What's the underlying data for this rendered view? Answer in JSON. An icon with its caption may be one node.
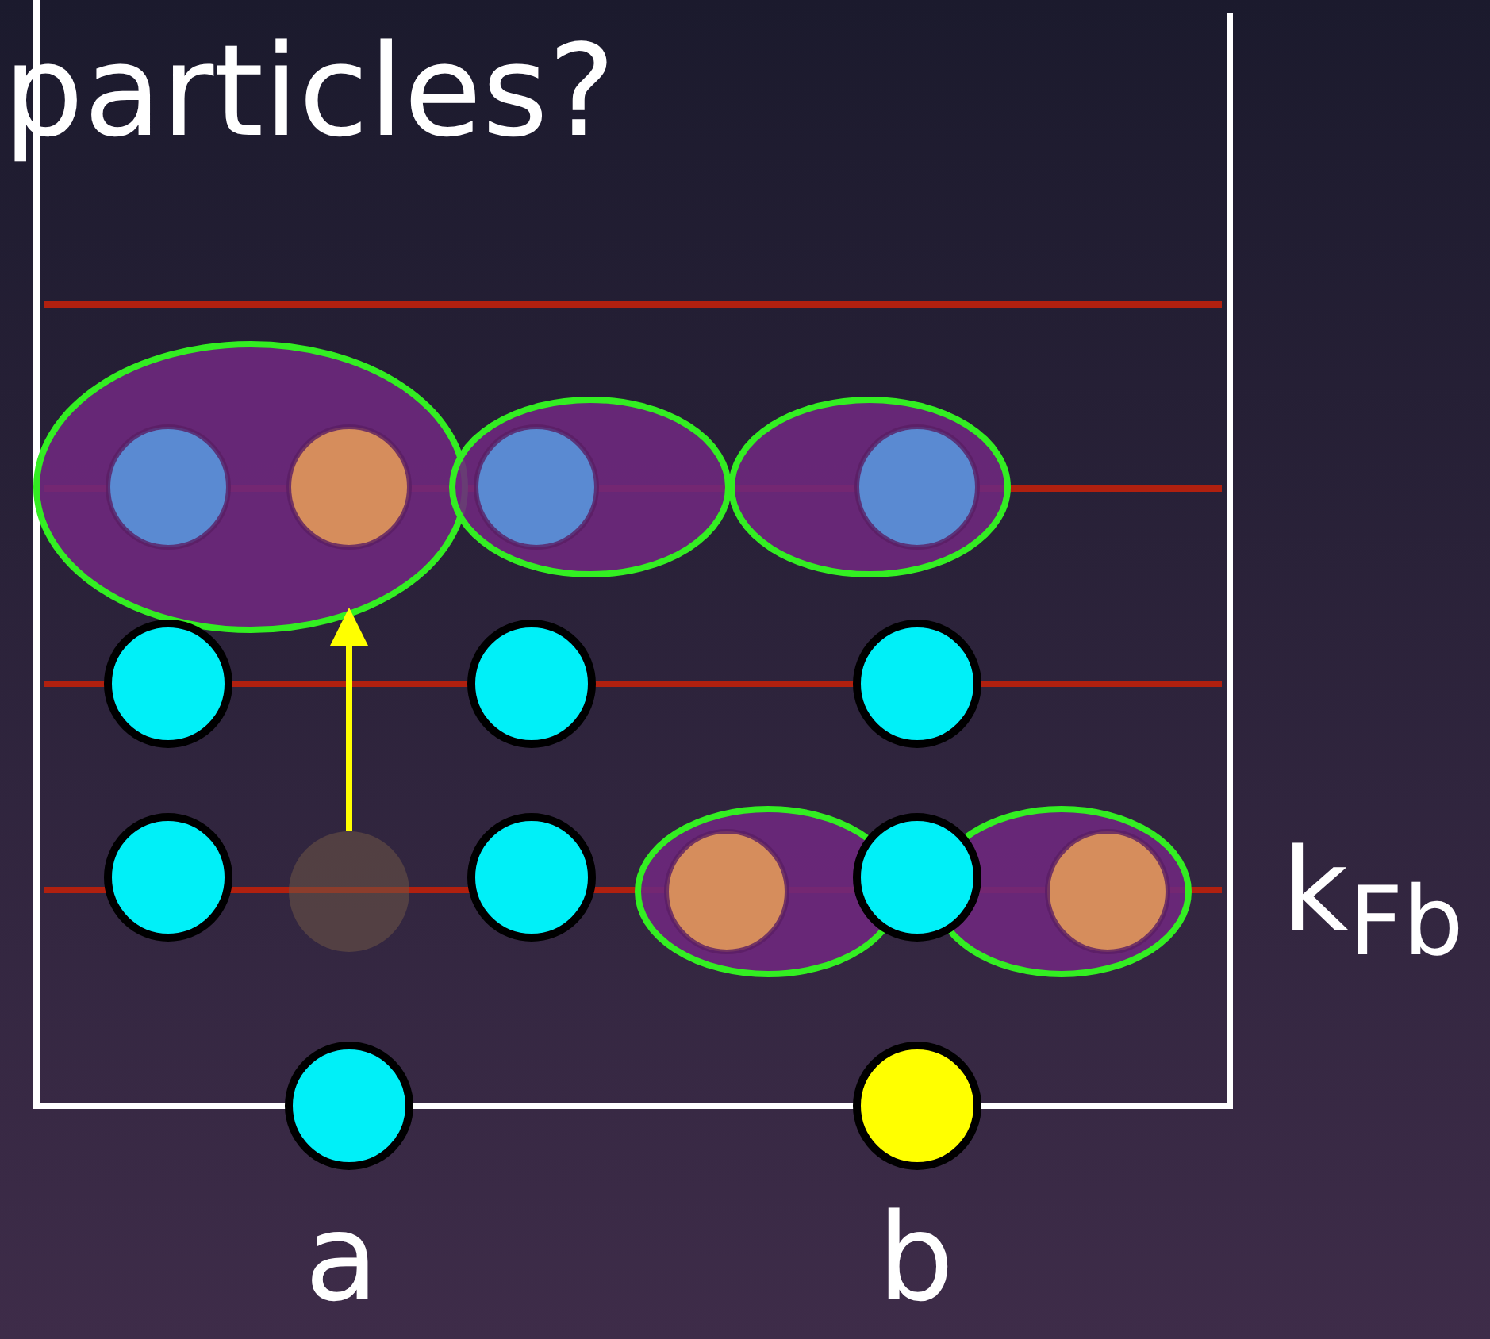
{
  "diagram": {
    "nodes": [
      {
        "text": [],
        "shape": "circle"
      },
      {
        "text": [],
        "shape": "ellipse"
      }
    ],
    "edges": [
      {
        "from": 0,
        "to": 1,
        "arrow": "to",
        "color": "#ffff00"
      }
    ],
    "labels": [
      "particles?",
      "k$_{Fb}$",
      "a",
      "b"
    ]
  }
}
